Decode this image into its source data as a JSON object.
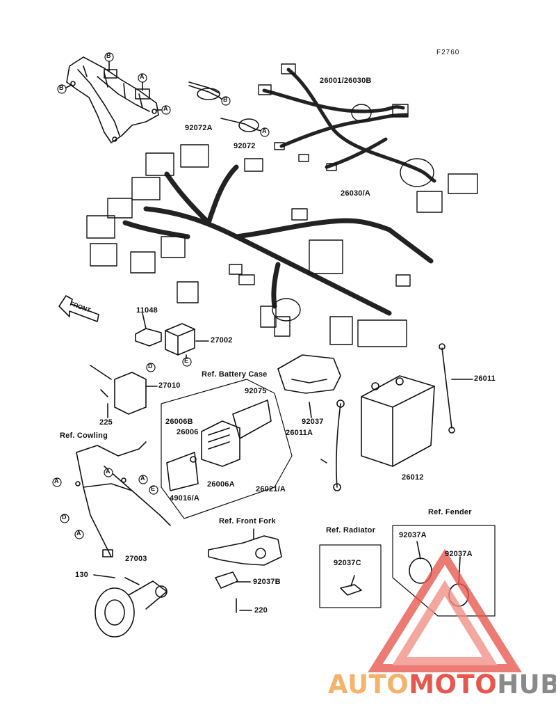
{
  "figure_code": "F2760",
  "front_label": "FRONT",
  "parts": {
    "p26001": "26001/26030B",
    "p92072A": "92072A",
    "p92072": "92072",
    "p26030A": "26030/A",
    "p11048": "11048",
    "p27002": "27002",
    "p27010": "27010",
    "p225": "225",
    "p92075": "92075",
    "p26006B": "26006B",
    "p26006": "26006",
    "p26006A": "26006A",
    "p49016A": "49016/A",
    "p26021A": "26021/A",
    "p92037": "92037",
    "p26011A": "26011A",
    "p26011": "26011",
    "p26012": "26012",
    "p27003": "27003",
    "p130": "130",
    "p92037B": "92037B",
    "p220": "220",
    "p92037C": "92037C",
    "p92037A_1": "92037A",
    "p92037A_2": "92037A"
  },
  "refs": {
    "battery_case": "Ref. Battery Case",
    "cowling": "Ref. Cowling",
    "front_fork": "Ref. Front Fork",
    "radiator": "Ref. Radiator",
    "fender": "Ref. Fender"
  },
  "callouts": {
    "A": "A",
    "B": "B",
    "D": "D",
    "E": "E"
  },
  "watermark": {
    "part1": "AUTO",
    "part2": "MOTO",
    "part3": "HUB",
    "color_orange": "#f5b26b",
    "color_red": "#e6574d",
    "color_grey": "#8a8a8a"
  }
}
